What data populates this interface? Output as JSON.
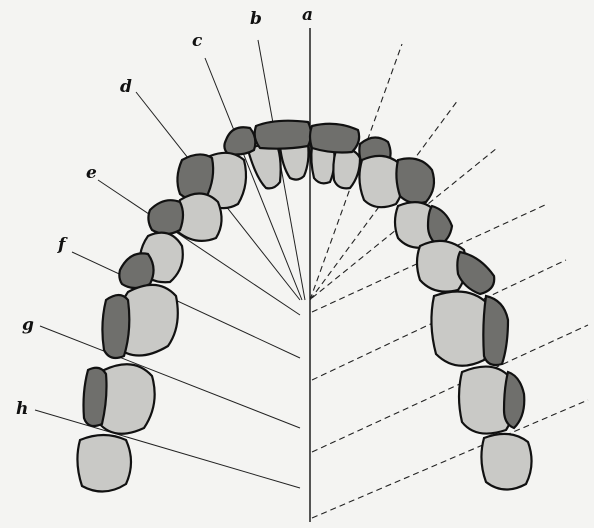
{
  "labels": {
    "a": "a",
    "b": "b",
    "c": "c",
    "d": "d",
    "e": "e",
    "f": "f",
    "g": "g",
    "h": "h"
  }
}
